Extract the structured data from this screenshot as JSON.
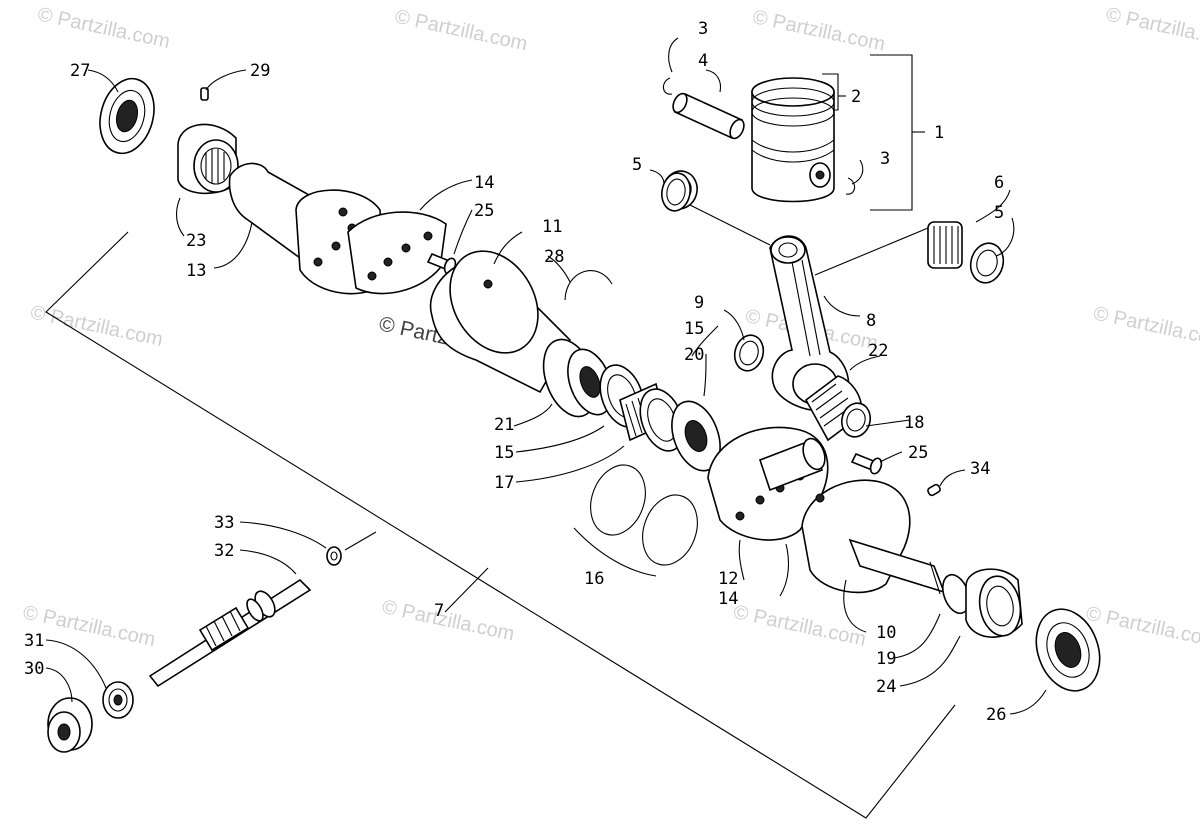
{
  "watermarks": {
    "text": "© Partzilla.com",
    "center_text": "© Partzilla.com"
  },
  "callouts": [
    {
      "id": "c1",
      "label": "1"
    },
    {
      "id": "c2",
      "label": "2"
    },
    {
      "id": "c3a",
      "label": "3"
    },
    {
      "id": "c3b",
      "label": "3"
    },
    {
      "id": "c4",
      "label": "4"
    },
    {
      "id": "c5a",
      "label": "5"
    },
    {
      "id": "c5b",
      "label": "5"
    },
    {
      "id": "c6",
      "label": "6"
    },
    {
      "id": "c7",
      "label": "7"
    },
    {
      "id": "c8",
      "label": "8"
    },
    {
      "id": "c9",
      "label": "9"
    },
    {
      "id": "c10",
      "label": "10"
    },
    {
      "id": "c11",
      "label": "11"
    },
    {
      "id": "c12",
      "label": "12"
    },
    {
      "id": "c13",
      "label": "13"
    },
    {
      "id": "c14a",
      "label": "14"
    },
    {
      "id": "c14b",
      "label": "14"
    },
    {
      "id": "c15a",
      "label": "15"
    },
    {
      "id": "c15b",
      "label": "15"
    },
    {
      "id": "c16",
      "label": "16"
    },
    {
      "id": "c17",
      "label": "17"
    },
    {
      "id": "c18",
      "label": "18"
    },
    {
      "id": "c19",
      "label": "19"
    },
    {
      "id": "c20",
      "label": "20"
    },
    {
      "id": "c21",
      "label": "21"
    },
    {
      "id": "c22",
      "label": "22"
    },
    {
      "id": "c23",
      "label": "23"
    },
    {
      "id": "c24",
      "label": "24"
    },
    {
      "id": "c25a",
      "label": "25"
    },
    {
      "id": "c25b",
      "label": "25"
    },
    {
      "id": "c26",
      "label": "26"
    },
    {
      "id": "c27",
      "label": "27"
    },
    {
      "id": "c28",
      "label": "28"
    },
    {
      "id": "c29",
      "label": "29"
    },
    {
      "id": "c30",
      "label": "30"
    },
    {
      "id": "c31",
      "label": "31"
    },
    {
      "id": "c32",
      "label": "32"
    },
    {
      "id": "c33",
      "label": "33"
    },
    {
      "id": "c34",
      "label": "34"
    }
  ]
}
